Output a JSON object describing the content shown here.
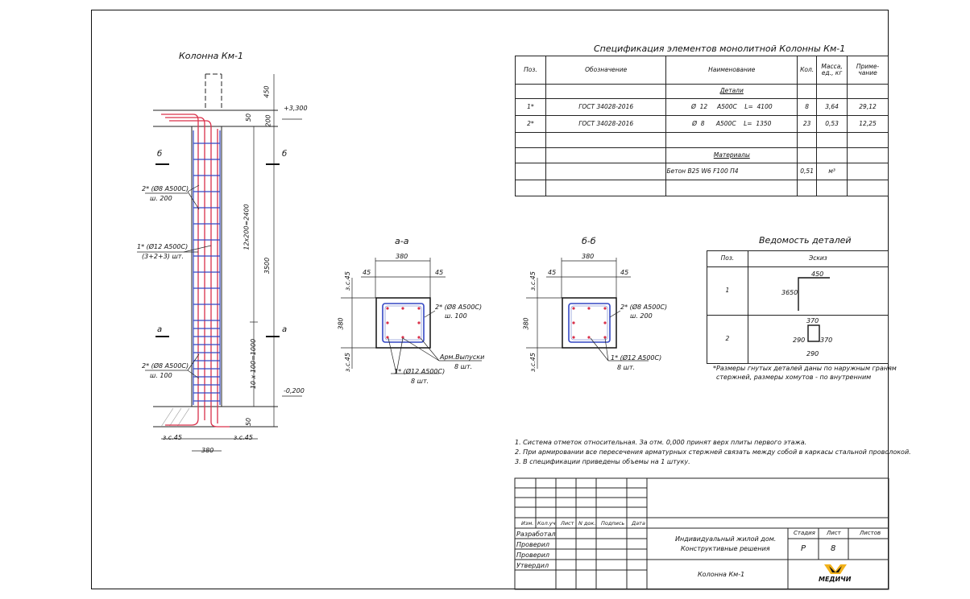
{
  "column_view": {
    "title": "Колонна Км-1",
    "elev_top": "+3,300",
    "elev_bottom": "-0,200",
    "section_b": "б",
    "section_a": "а",
    "label_stirrup_top_1": "2* (Ø8 А500С)",
    "label_stirrup_top_2": "ш. 200",
    "label_main_1": "1* (Ø12 А500С)",
    "label_main_2": "(3+2+3) шт.",
    "label_stirrup_bot_1": "2* (Ø8 А500С)",
    "label_stirrup_bot_2": "ш. 100",
    "dim_450": "450",
    "dim_50_top": "50",
    "dim_200": "200",
    "dim_upper": "12х200=2400",
    "dim_3500": "3500",
    "dim_lower": "10 х 100=1000",
    "dim_50_bot": "50",
    "dim_zc_left": "з.с.45",
    "dim_zc_right": "з.с.45",
    "dim_380": "380"
  },
  "section_aa": {
    "title": "а-а",
    "dim_380": "380",
    "dim_45_l": "45",
    "dim_45_r": "45",
    "dim_zc_top": "з.с.45",
    "dim_380_v": "380",
    "dim_zc_bot": "з.с.45",
    "label_stirrup_1": "2* (Ø8 А500С)",
    "label_stirrup_2": "ш. 100",
    "label_out_1": "Арм.Выпуски",
    "label_out_2": "8 шт.",
    "label_main_1": "1* (Ø12 А500С)",
    "label_main_2": "8 шт."
  },
  "section_bb": {
    "title": "б-б",
    "dim_380": "380",
    "dim_45_l": "45",
    "dim_45_r": "45",
    "dim_zc_top": "з.с.45",
    "dim_380_v": "380",
    "dim_zc_bot": "з.с.45",
    "label_stirrup_1": "2* (Ø8 А500С)",
    "label_stirrup_2": "ш. 200",
    "label_main_1": "1* (Ø12 А500С)",
    "label_main_2": "8 шт."
  },
  "spec": {
    "title": "Спецификация элементов монолитной Колонны Км-1",
    "headers": [
      "Поз.",
      "Обозначение",
      "Наименование",
      "Кол.",
      "Масса, ед., кг",
      "Приме- чание"
    ],
    "group_details": "Детали",
    "group_materials": "Материалы",
    "rows": [
      {
        "pos": "1*",
        "doc": "ГОСТ 34028-2016",
        "name": "Ø  12     А500С    L=  4100",
        "qty": "8",
        "mass": "3,64",
        "note": "29,12"
      },
      {
        "pos": "2*",
        "doc": "ГОСТ 34028-2016",
        "name": "Ø  8      А500С    L=  1350",
        "qty": "23",
        "mass": "0,53",
        "note": "12,25"
      }
    ],
    "material": {
      "name": "Бетон В25 W6 F100 П4",
      "qty": "0,51",
      "unit": "м³"
    }
  },
  "parts": {
    "title": "Ведомость деталей",
    "col_pos": "Поз.",
    "col_sketch": "Эскиз",
    "p1": "1",
    "p2": "2",
    "p1_dim_a": "450",
    "p1_dim_b": "3650",
    "p2_top": "370",
    "p2_left": "290",
    "p2_right": "370",
    "p2_bottom": "290",
    "note_1": "*Размеры гнутых деталей даны по наружным граням",
    "note_2": "стержней, размеры хомутов - по внутренним"
  },
  "notes": [
    "1.   Система отметок относительная. За отм. 0,000 принят верх плиты первого этажа.",
    "2.   При армировании все пересечения арматурных стержней связать между собой в каркасы стальной проволокой.",
    "3.   В спецификации приведены объемы на 1 штуку."
  ],
  "stamp": {
    "cols": [
      "Изм.",
      "Кол.уч",
      "Лист",
      "N док.",
      "Подпись",
      "Дата"
    ],
    "roles": [
      "Разработал",
      "Проверил",
      "Проверил",
      "Утвердил"
    ],
    "project_1": "Индивидуальный жилой дом.",
    "project_2": "Конструктивные решения",
    "h_stage": "Стадия",
    "h_sheet": "Лист",
    "h_sheets": "Листов",
    "stage": "Р",
    "sheet": "8",
    "drawing": "Колонна Км-1",
    "logo_text": "МЕДИЧИ"
  }
}
